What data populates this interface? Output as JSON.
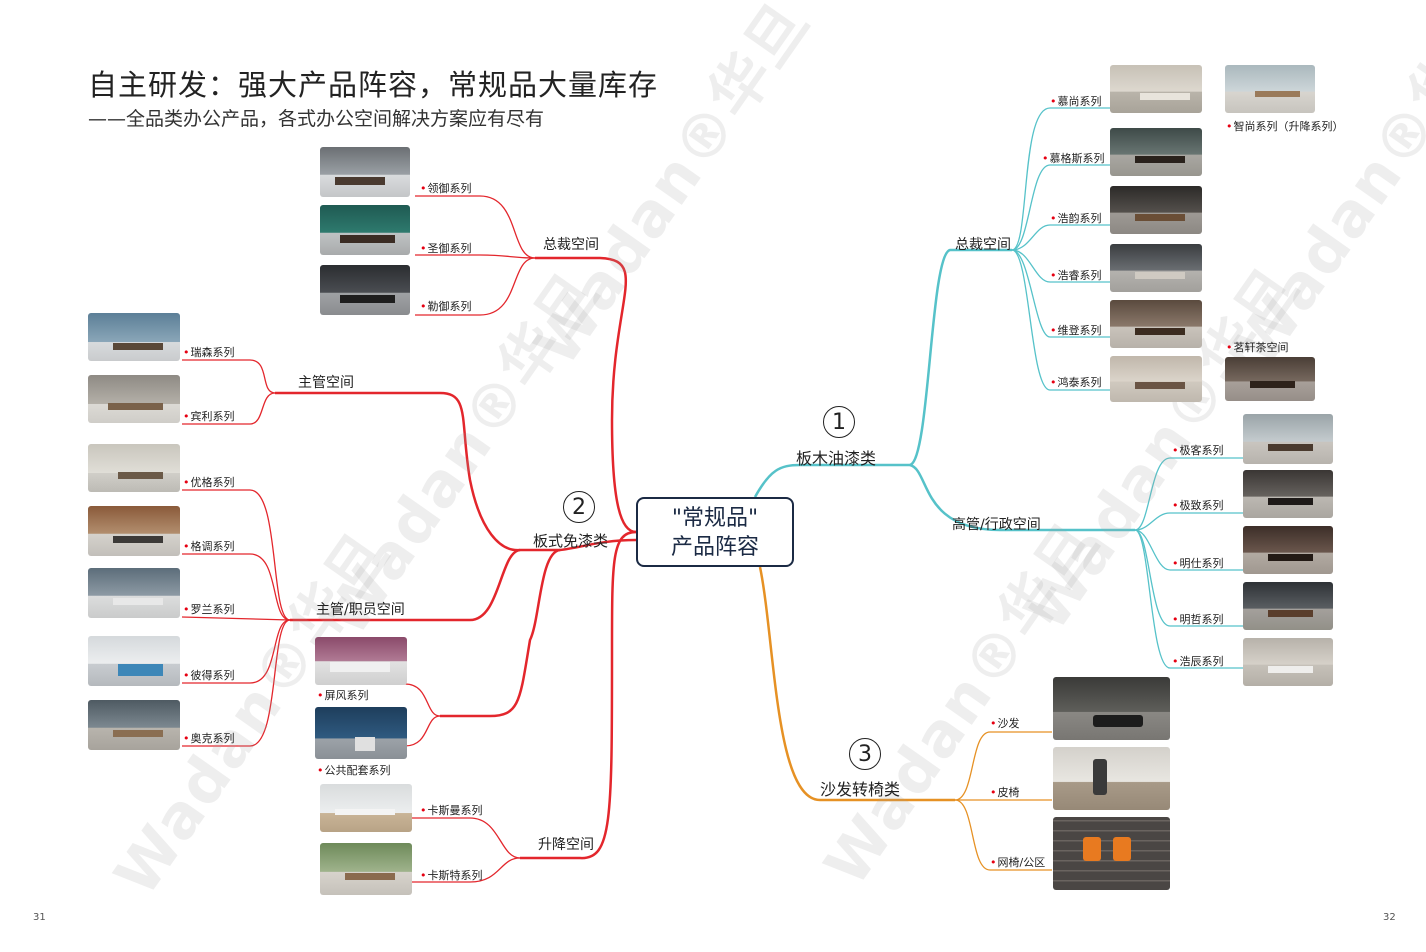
{
  "header": {
    "title": "自主研发：强大产品阵容，常规品大量库存",
    "subtitle": "——全品类办公产品，各式办公空间解决方案应有尽有"
  },
  "pages": {
    "left": "31",
    "right": "32"
  },
  "center": {
    "line1": "\"常规品\"",
    "line2": "产品阵容"
  },
  "watermark": "Wadan®华旦",
  "colors": {
    "red": "#e3262c",
    "teal": "#56c2c9",
    "orange": "#e69124",
    "navy": "#1b2a44"
  },
  "categories": {
    "c1": {
      "num": "1",
      "label": "板木油漆类"
    },
    "c2": {
      "num": "2",
      "label": "板式免漆类"
    },
    "c3": {
      "num": "3",
      "label": "沙发转椅类"
    }
  },
  "branches": {
    "zongcai_red": "总裁空间",
    "zhuguan": "主管空间",
    "zhiyuan": "主管/职员空间",
    "shengjiang": "升降空间",
    "zongcai_teal": "总裁空间",
    "gaoguan": "高管/行政空间"
  },
  "series": {
    "lingyu": "领御系列",
    "shengyu": "圣御系列",
    "leyu": "勒御系列",
    "ruisen": "瑞森系列",
    "binli": "宾利系列",
    "youge": "优格系列",
    "gediao": "格调系列",
    "luolan": "罗兰系列",
    "bide": "彼得系列",
    "aoke": "奥克系列",
    "pingfeng": "屏风系列",
    "gonggong": "公共配套系列",
    "kasiman": "卡斯曼系列",
    "kasite": "卡斯特系列",
    "mushang": "慕尚系列",
    "zhishang": "智尚系列（升降系列）",
    "mugesi": "慕格斯系列",
    "haoyun": "浩韵系列",
    "haorui": "浩睿系列",
    "weideng": "维登系列",
    "hongtai": "鸿泰系列",
    "mingxuan": "茗轩茶空间",
    "jike": "极客系列",
    "jizhi": "极致系列",
    "mingshi": "明仕系列",
    "mingzhe": "明哲系列",
    "haochen": "浩辰系列",
    "shafa": "沙发",
    "piyi": "皮椅",
    "wangyi": "网椅/公区"
  }
}
